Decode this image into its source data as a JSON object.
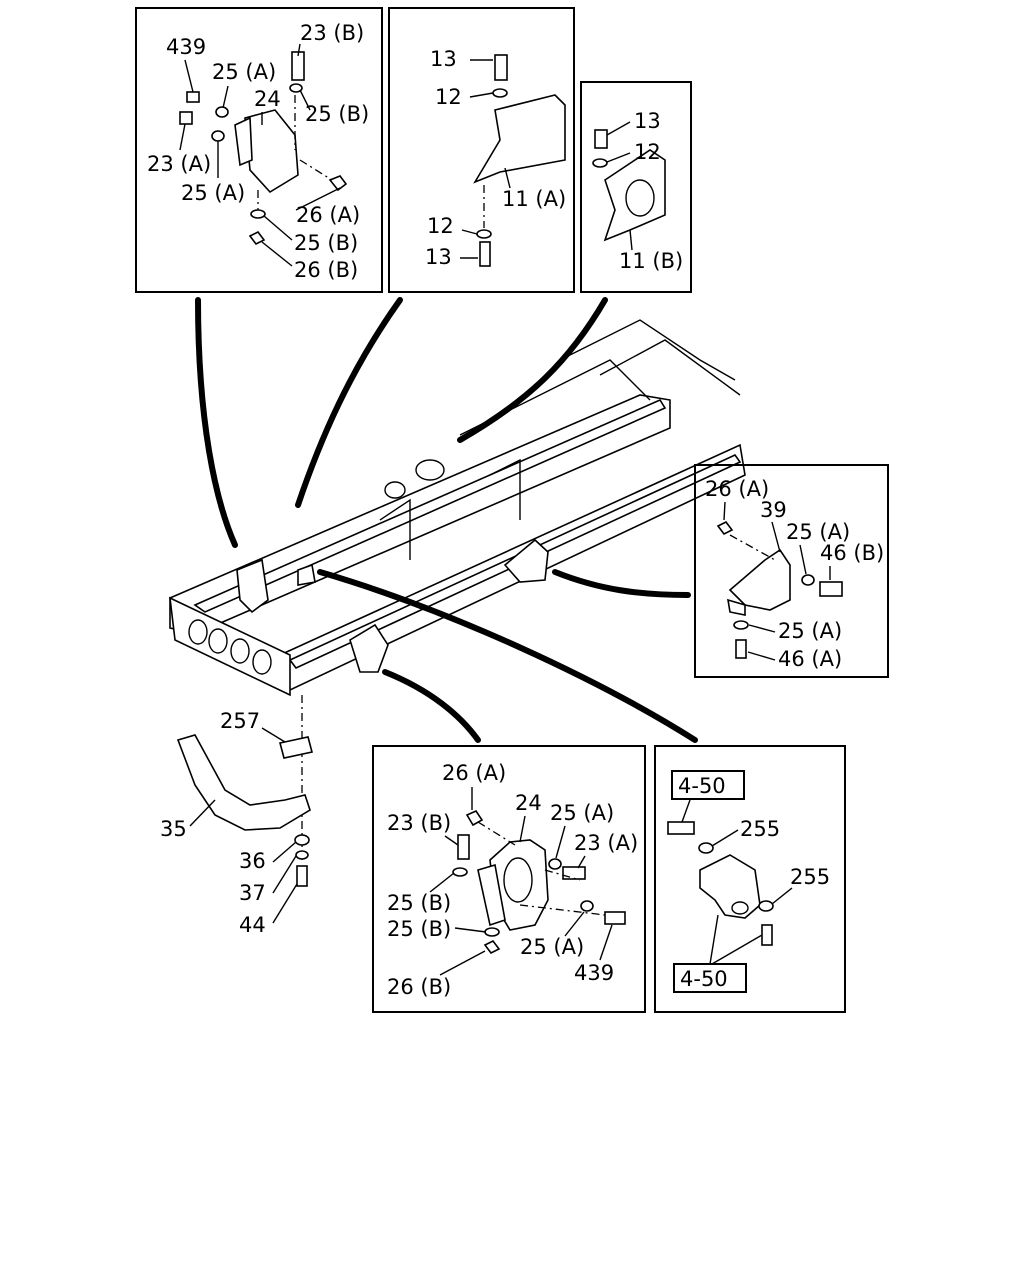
{
  "callouts": {
    "top_left": [
      "439",
      "23 (B)",
      "25 (A)",
      "24",
      "25 (B)",
      "23 (A)",
      "25 (A)",
      "26 (A)",
      "25 (B)",
      "26 (B)"
    ],
    "top_middle": [
      "13",
      "12",
      "11 (A)",
      "12",
      "13"
    ],
    "top_right": [
      "13",
      "12",
      "11 (B)"
    ],
    "right_middle": [
      "26 (A)",
      "39",
      "25 (A)",
      "46 (B)",
      "25 (A)",
      "46 (A)"
    ],
    "left_bracket": [
      "257",
      "35",
      "36",
      "37",
      "44"
    ],
    "bottom_middle": [
      "26 (A)",
      "24",
      "25 (A)",
      "23 (B)",
      "23 (A)",
      "25 (B)",
      "25 (B)",
      "25 (A)",
      "439",
      "26 (B)"
    ],
    "bottom_right": [
      "4-50",
      "255",
      "255",
      "4-50"
    ]
  }
}
